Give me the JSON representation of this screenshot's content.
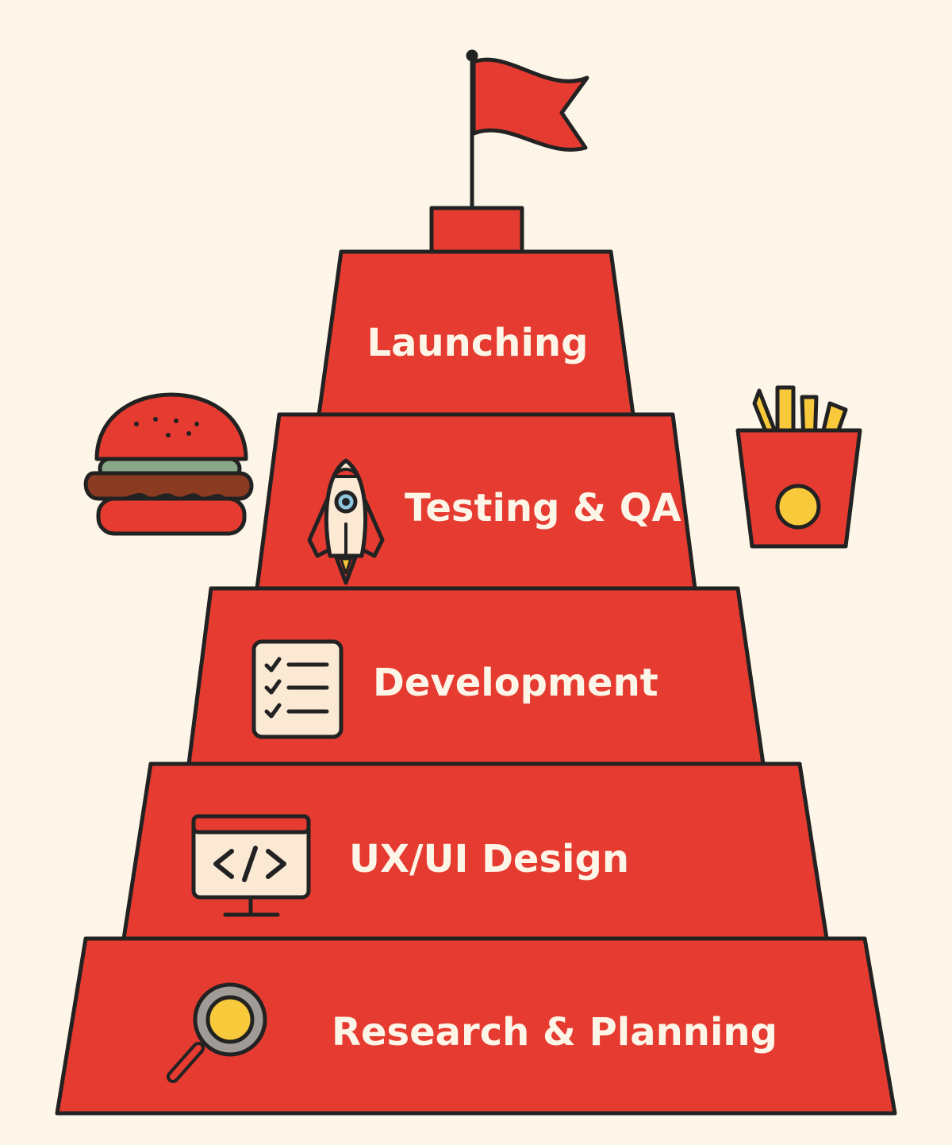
{
  "diagram": {
    "type": "pyramid",
    "tiers": [
      {
        "label": "Launching",
        "icon": "flag-icon"
      },
      {
        "label": "Testing & QA",
        "icon": "rocket-icon"
      },
      {
        "label": "Development",
        "icon": "checklist-icon"
      },
      {
        "label": "UX/UI Design",
        "icon": "code-monitor-icon"
      },
      {
        "label": "Research & Planning",
        "icon": "magnifier-icon"
      }
    ],
    "decorations": [
      "burger-icon",
      "fries-icon"
    ]
  },
  "colors": {
    "background": "#fdf6e8",
    "tier_fill": "#e63b30",
    "outline": "#222222",
    "label_text": "#fdf6e8",
    "accent_yellow": "#f8c93a",
    "cream": "#fbe9d4",
    "lettuce": "#8aa888",
    "patty": "#8a3b22"
  }
}
